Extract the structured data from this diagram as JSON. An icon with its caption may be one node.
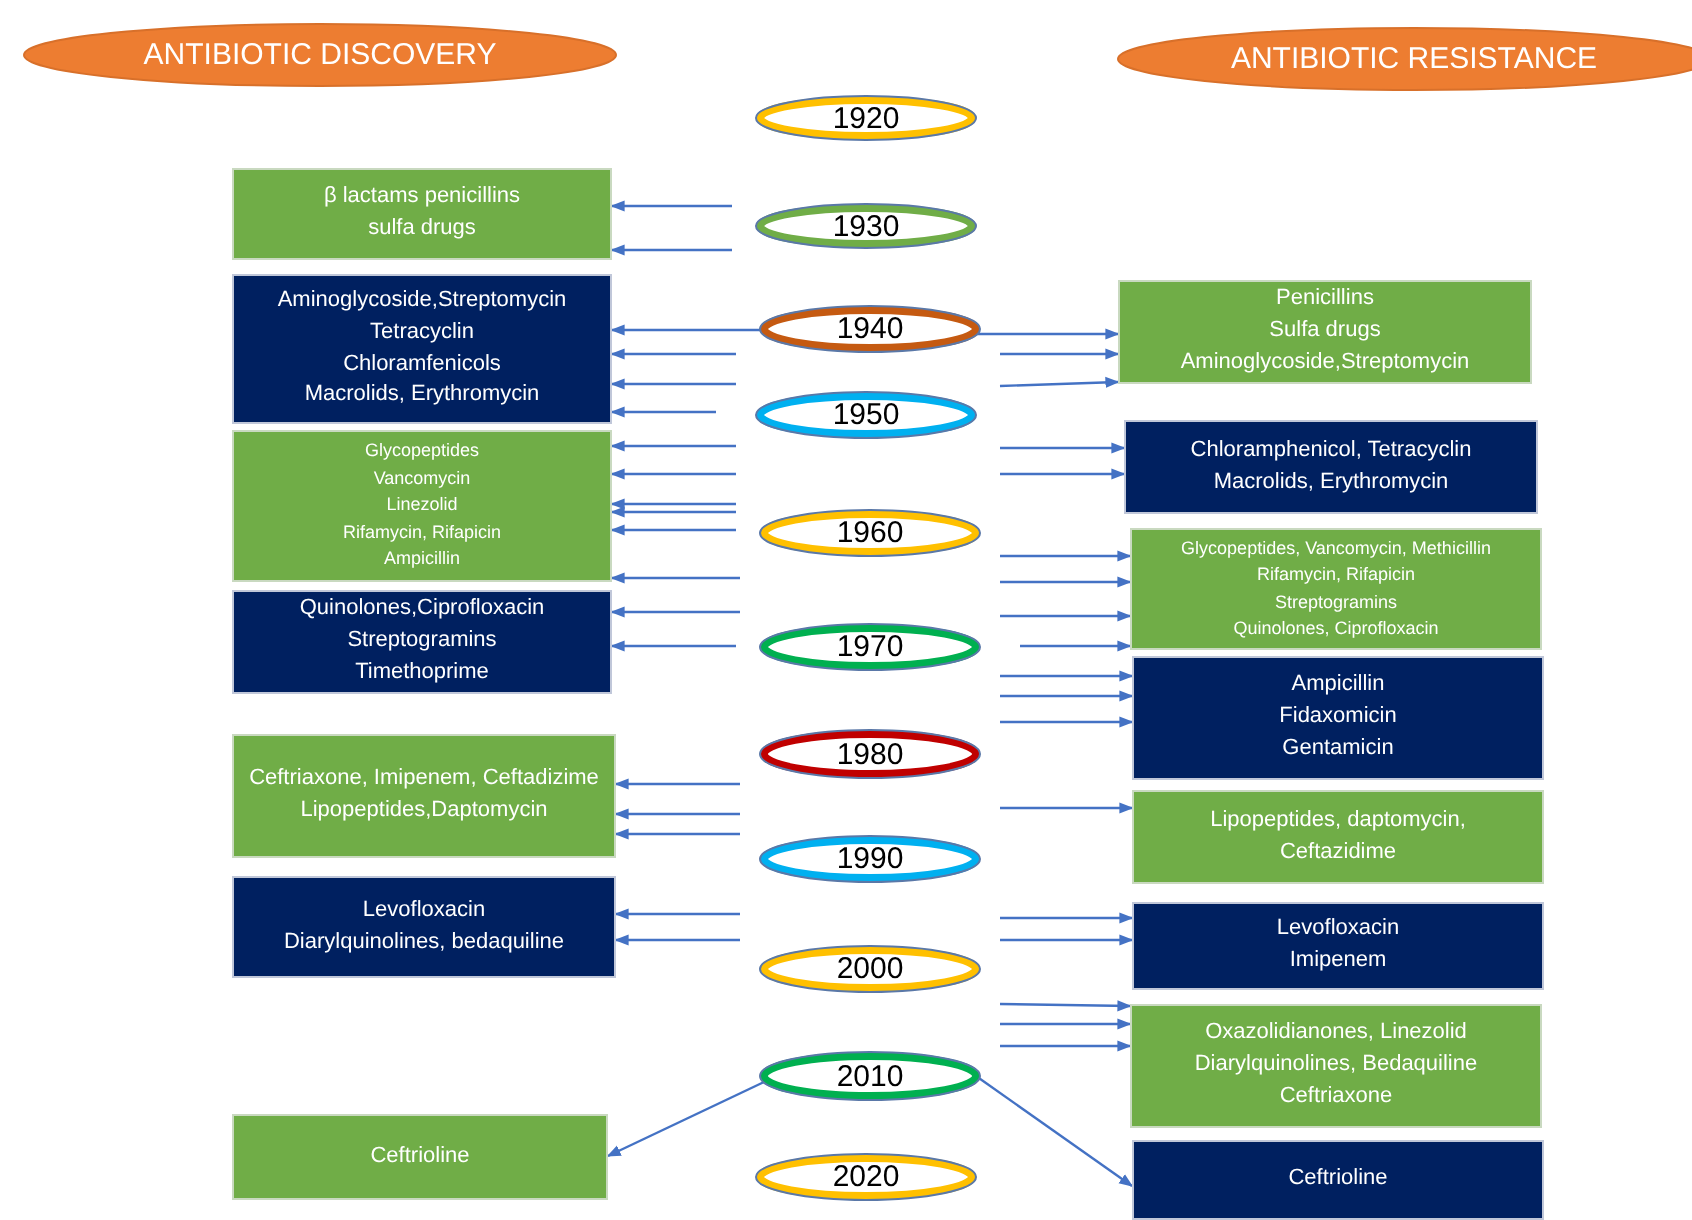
{
  "diagram": {
    "nodes": [
      {
        "text": [
          "ANTIBIOTIC DISCOVERY"
        ]
      },
      {
        "text": [
          "ANTIBIOTIC RESISTANCE"
        ]
      },
      {
        "text": [
          "1920"
        ]
      },
      {
        "text": [
          "1930"
        ]
      },
      {
        "text": [
          "1940"
        ]
      },
      {
        "text": [
          "1950"
        ]
      },
      {
        "text": [
          "1960"
        ]
      },
      {
        "text": [
          "1970"
        ]
      },
      {
        "text": [
          "1980"
        ]
      },
      {
        "text": [
          "1990"
        ]
      },
      {
        "text": [
          "2000"
        ]
      },
      {
        "text": [
          "2010"
        ]
      },
      {
        "text": [
          "2020"
        ]
      },
      {
        "text": [
          "β lactams penicillins",
          "sulfa drugs"
        ]
      },
      {
        "text": [
          "Aminoglycoside,Streptomycin",
          "Tetracyclin",
          "Chloramfenicols",
          "Macrolids, Erythromycin"
        ]
      },
      {
        "text": [
          "Glycopeptides",
          "Vancomycin",
          "Linezolid",
          "Rifamycin, Rifapicin",
          "Ampicillin"
        ]
      },
      {
        "text": [
          "Quinolones,Ciprofloxacin",
          "Streptogramins",
          "Timethoprime"
        ]
      },
      {
        "text": [
          "Ceftriaxone, Imipenem, Ceftadizime",
          "Lipopeptides,Daptomycin"
        ]
      },
      {
        "text": [
          "Levofloxacin",
          "Diarylquinolines, bedaquiline"
        ]
      },
      {
        "text": [
          "Ceftrioline"
        ]
      },
      {
        "text": [
          "Penicillins",
          "Sulfa drugs",
          "Aminoglycoside,Streptomycin"
        ]
      },
      {
        "text": [
          "Chloramphenicol, Tetracyclin",
          "Macrolids, Erythromycin"
        ]
      },
      {
        "text": [
          "Glycopeptides, Vancomycin, Methicillin",
          "Rifamycin, Rifapicin",
          "Streptogramins",
          "Quinolones, Ciprofloxacin"
        ]
      },
      {
        "text": [
          "Ampicillin",
          "Fidaxomicin",
          "Gentamicin"
        ]
      },
      {
        "text": [
          "Lipopeptides, daptomycin, Ceftazidime"
        ]
      },
      {
        "text": [
          "Levofloxacin",
          "Imipenem"
        ]
      },
      {
        "text": [
          "Oxazolidianones, Linezolid",
          "Diarylquinolines, Bedaquiline",
          "Ceftriaxone"
        ]
      },
      {
        "text": [
          "Ceftrioline"
        ]
      }
    ],
    "edges": [
      {
        "from": null,
        "to": 13,
        "arrow": "to"
      },
      {
        "from": null,
        "to": 13,
        "arrow": "to"
      },
      {
        "from": 4,
        "to": 14,
        "arrow": "to"
      },
      {
        "from": null,
        "to": 14,
        "arrow": "to"
      },
      {
        "from": null,
        "to": 14,
        "arrow": "to"
      },
      {
        "from": null,
        "to": 14,
        "arrow": "to"
      },
      {
        "from": null,
        "to": 15,
        "arrow": "to"
      },
      {
        "from": null,
        "to": 15,
        "arrow": "to"
      },
      {
        "from": null,
        "to": 15,
        "arrow": "to"
      },
      {
        "from": null,
        "to": 15,
        "arrow": "to"
      },
      {
        "from": null,
        "to": 15,
        "arrow": "to"
      },
      {
        "from": null,
        "to": 15,
        "arrow": "to"
      },
      {
        "from": null,
        "to": 16,
        "arrow": "to"
      },
      {
        "from": null,
        "to": 16,
        "arrow": "to"
      },
      {
        "from": null,
        "to": 17,
        "arrow": "to"
      },
      {
        "from": null,
        "to": 17,
        "arrow": "to"
      },
      {
        "from": null,
        "to": 17,
        "arrow": "to"
      },
      {
        "from": null,
        "to": 18,
        "arrow": "to"
      },
      {
        "from": null,
        "to": 18,
        "arrow": "to"
      },
      {
        "from": 11,
        "to": 19,
        "arrow": "to"
      },
      {
        "from": 4,
        "to": 20,
        "arrow": "to"
      },
      {
        "from": null,
        "to": 20,
        "arrow": "to"
      },
      {
        "from": null,
        "to": 20,
        "arrow": "to"
      },
      {
        "from": null,
        "to": 21,
        "arrow": "to"
      },
      {
        "from": null,
        "to": 21,
        "arrow": "to"
      },
      {
        "from": null,
        "to": 22,
        "arrow": "to"
      },
      {
        "from": null,
        "to": 22,
        "arrow": "to"
      },
      {
        "from": null,
        "to": 22,
        "arrow": "to"
      },
      {
        "from": null,
        "to": 22,
        "arrow": "to"
      },
      {
        "from": null,
        "to": 23,
        "arrow": "to"
      },
      {
        "from": null,
        "to": 23,
        "arrow": "to"
      },
      {
        "from": null,
        "to": 23,
        "arrow": "to"
      },
      {
        "from": null,
        "to": 24,
        "arrow": "to"
      },
      {
        "from": null,
        "to": 25,
        "arrow": "to"
      },
      {
        "from": null,
        "to": 25,
        "arrow": "to"
      },
      {
        "from": null,
        "to": 26,
        "arrow": "to"
      },
      {
        "from": null,
        "to": 26,
        "arrow": "to"
      },
      {
        "from": null,
        "to": 26,
        "arrow": "to"
      },
      {
        "from": 11,
        "to": 27,
        "arrow": "to"
      }
    ]
  }
}
